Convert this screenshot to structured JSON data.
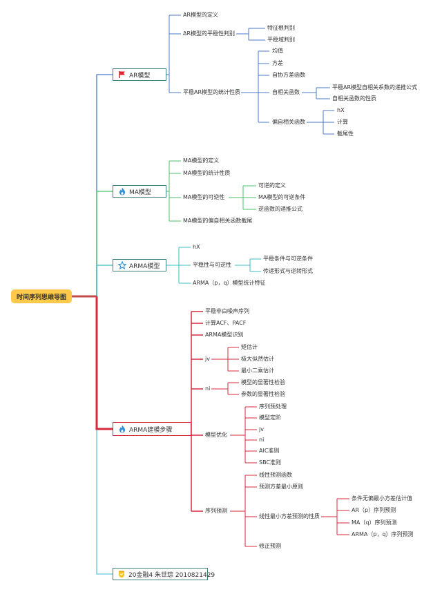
{
  "root": "时间序列思维导图",
  "colors": {
    "ar": "#4a77c9",
    "ma": "#49c26a",
    "arma": "#3bbcc5",
    "steps": "#d8283d",
    "footer": "#62c6df",
    "root_link": "#c44b4b",
    "root_fill": "#fcc94a"
  },
  "branches": {
    "ar": {
      "label": "AR模型",
      "icon": "flag-icon",
      "items": {
        "definition": "AR模型的定义",
        "stationarity": "AR模型的平稳性判别",
        "char_root": "特征根判别",
        "stationary_region": "平稳域判别",
        "stats": "平稳AR模型的统计性质",
        "mean": "均值",
        "variance": "方差",
        "autocov": "自协方差函数",
        "acf": "自相关函数",
        "acf_recursion": "平稳AR模型自相关系数的递推公式",
        "acf_property": "自相关函数的性质",
        "pacf": "偏自相关函数",
        "hx": "hX",
        "calc": "计算",
        "cutoff": "截尾性"
      }
    },
    "ma": {
      "label": "MA模型",
      "icon": "fire-icon",
      "items": {
        "definition": "MA模型的定义",
        "stats": "MA模型的统计性质",
        "invertibility": "MA模型的可逆性",
        "inv_def": "可逆的定义",
        "inv_cond": "MA模型的可逆条件",
        "inv_func": "逆函数的递推公式",
        "pacf": "MA模型的偏自相关函数截尾"
      }
    },
    "arma": {
      "label": "ARMA模型",
      "icon": "star-icon",
      "items": {
        "hx": "hX",
        "stationarity": "平稳性与可逆性",
        "stat_cond": "平稳条件与可逆条件",
        "transfer": "传递形式与逆转形式",
        "stats": "ARMA（p，q）模型统计特征"
      }
    },
    "steps": {
      "label": "ARMA建模步骤",
      "icon": "fire-icon",
      "items": {
        "white_noise": "平稳非白噪声序列",
        "acf": "计算ACF、PACF",
        "identify": "ARMA模型识别",
        "jv": "jv",
        "moment": "矩估计",
        "mle": "极大似然估计",
        "ls": "最小二乘估计",
        "ni": "ni",
        "model_sig": "模型的显著性检验",
        "param_sig": "参数的显著性检验",
        "optimize": "模型优化",
        "preprocess": "序列预处理",
        "order": "模型定阶",
        "jv2": "jv",
        "ni2": "ni",
        "aic": "AIC准则",
        "sbc": "SBC准则",
        "forecast": "序列预测",
        "linear_func": "线性预测函数",
        "min_var": "预测方差最小原则",
        "min_var_props": "线性最小方差预测的性质",
        "unbiased": "条件无偏最小方差估计值",
        "ar_pred": "AR（p）序列预测",
        "ma_pred": "MA（q）序列预测",
        "arma_pred": "ARMA（p，q）序列预测",
        "revise": "修正预测"
      }
    },
    "footer": {
      "label": "20金融4 朱世琮 2010821429",
      "icon": "badge-icon"
    }
  }
}
